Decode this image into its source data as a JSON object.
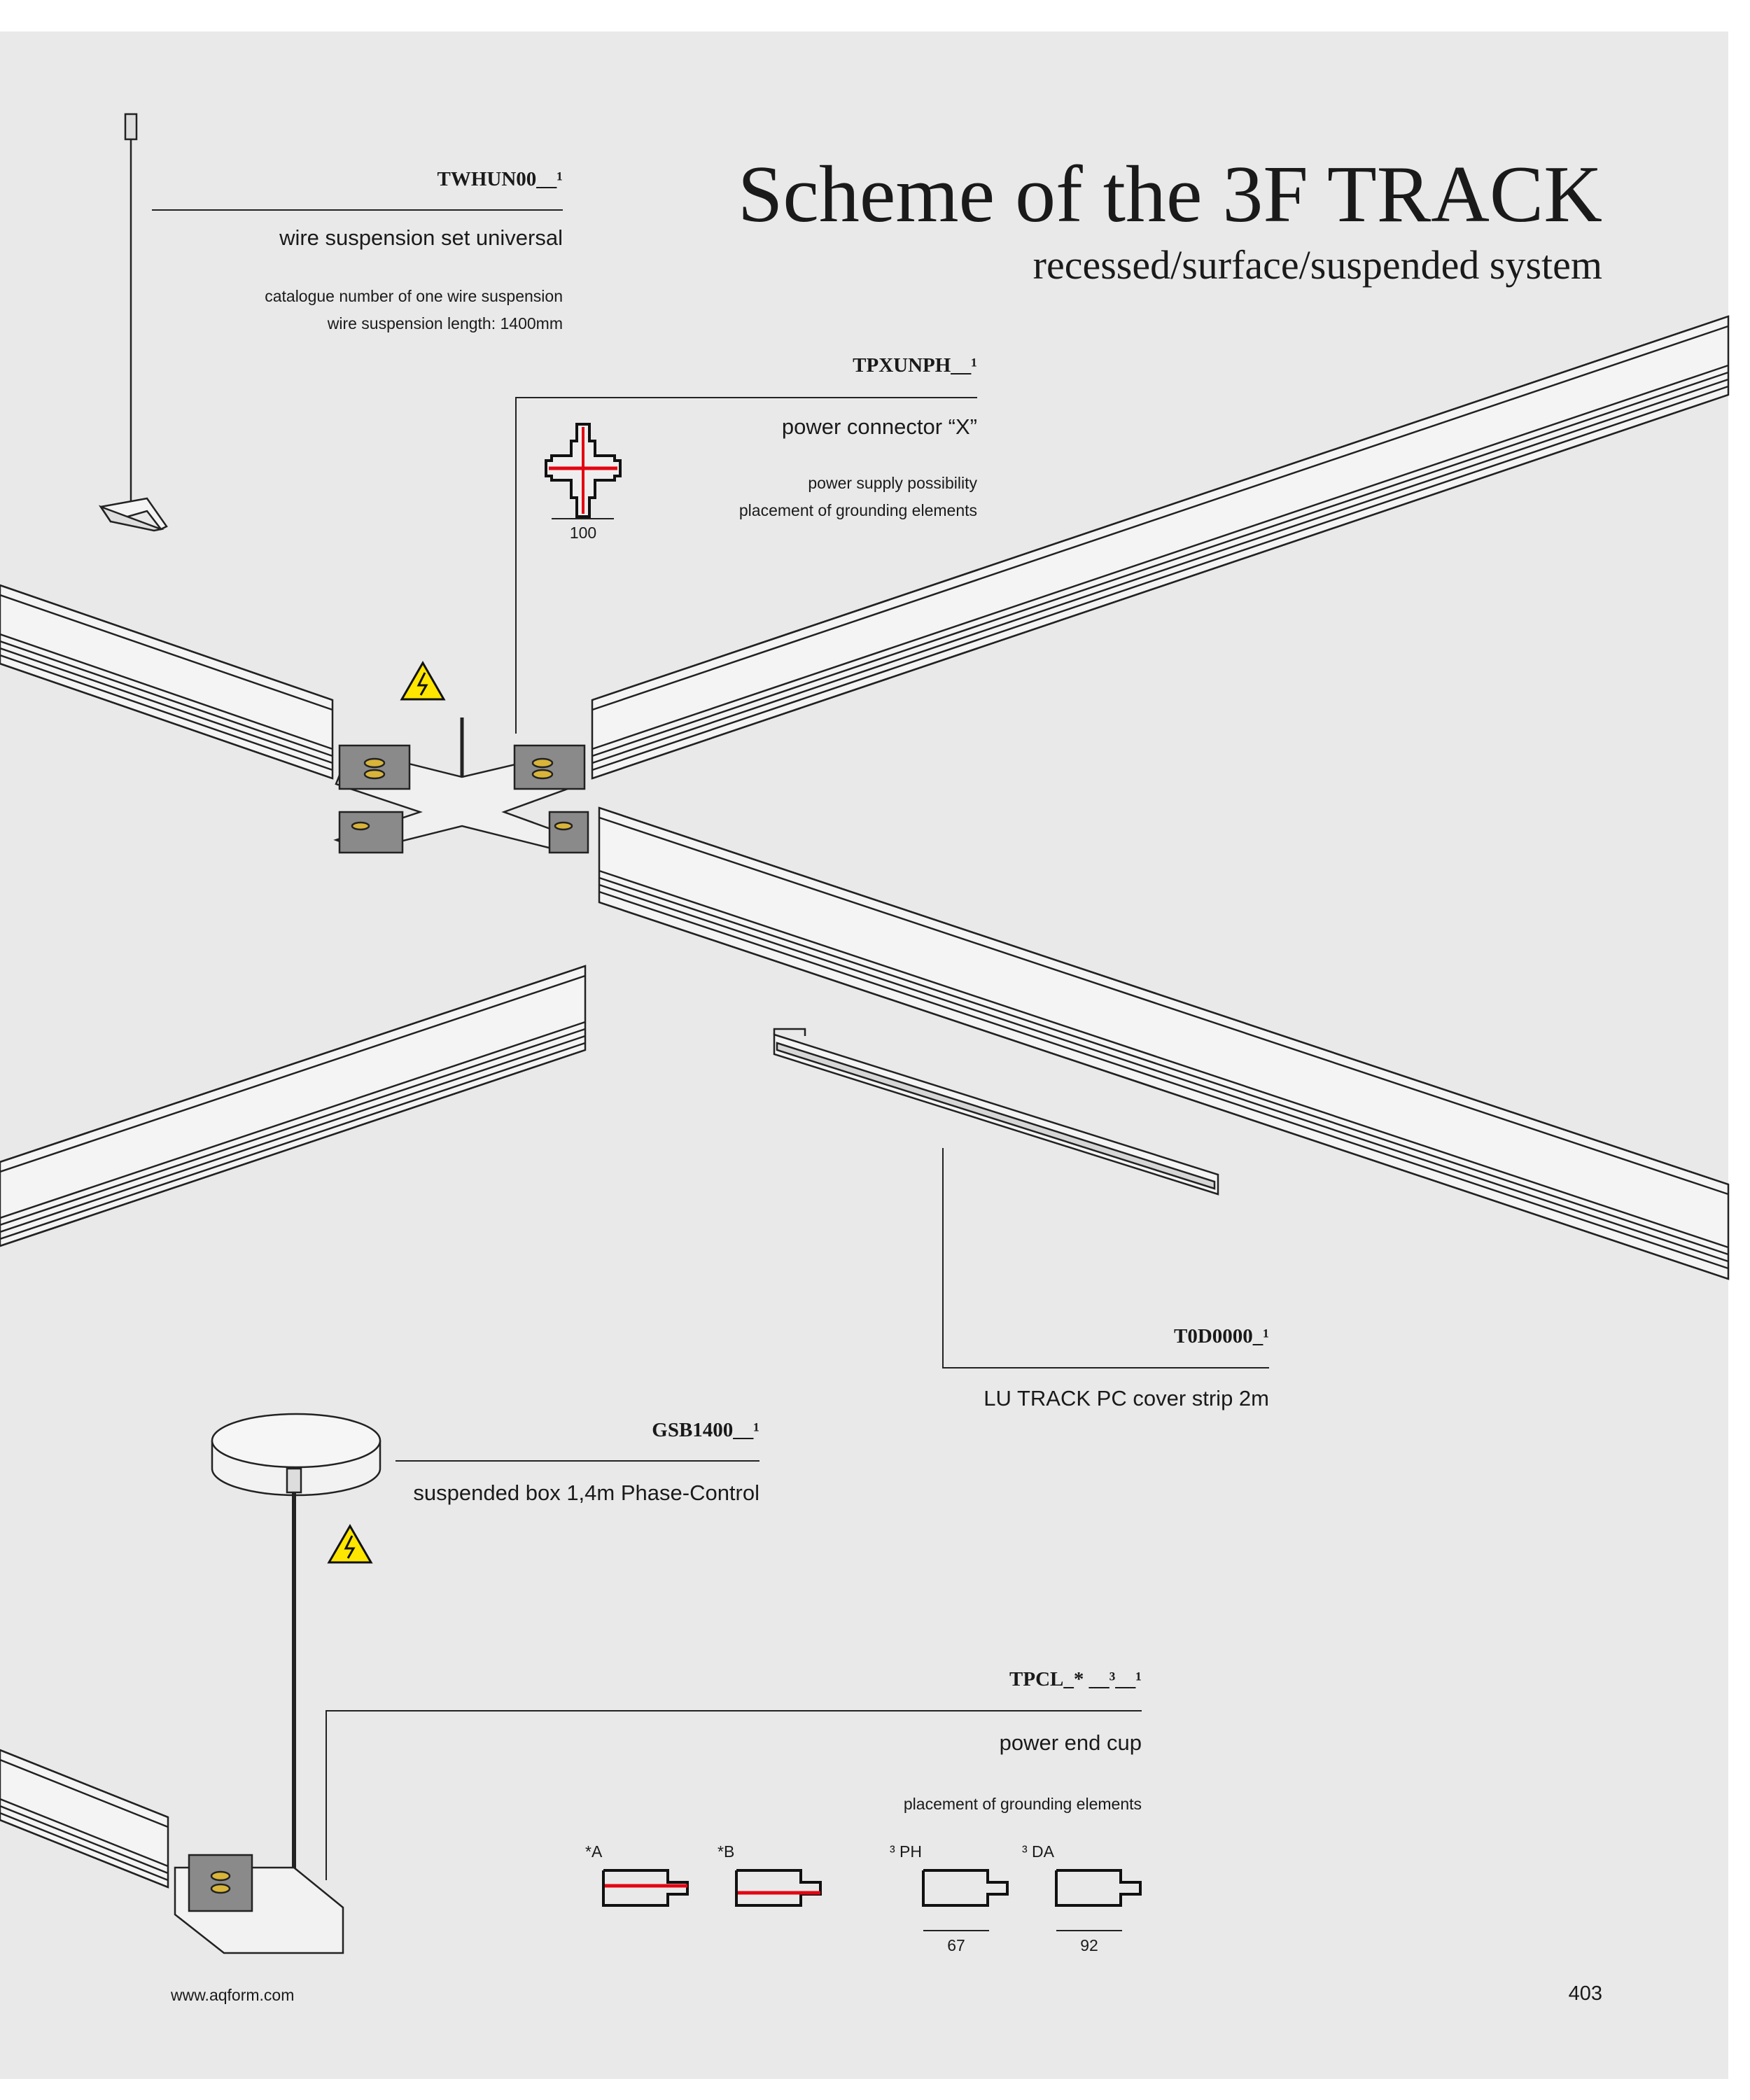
{
  "header": {
    "title": "Scheme of the 3F TRACK",
    "subtitle": "recessed/surface/suspended system"
  },
  "items": {
    "wire_suspension": {
      "code": "TWHUN00__¹",
      "name": "wire suspension set universal",
      "notes": [
        "catalogue number of one wire suspension",
        "wire suspension length: 1400mm"
      ]
    },
    "power_connector": {
      "code": "TPXUNPH__¹",
      "name": "power connector “X”",
      "notes": [
        "power supply possibility",
        "placement of grounding elements"
      ],
      "dimension": "100"
    },
    "cover_strip": {
      "code": "T0D0000_¹",
      "name": "LU TRACK PC cover strip 2m"
    },
    "suspended_box": {
      "code": "GSB1400__¹",
      "name": "suspended box 1,4m Phase-Control"
    },
    "end_cup": {
      "code": "TPCL_* __³__¹",
      "name": "power end cup",
      "notes": [
        "placement of grounding elements"
      ],
      "variants": [
        {
          "label": "*A",
          "dimension": ""
        },
        {
          "label": "*B",
          "dimension": ""
        },
        {
          "label": "³ PH",
          "dimension": "67"
        },
        {
          "label": "³ DA",
          "dimension": "92"
        }
      ]
    }
  },
  "footer": {
    "url": "www.aqform.com",
    "page_number": "403"
  },
  "colors": {
    "background": "#e9e9e9",
    "accent_red": "#e30613",
    "warning_yellow": "#ffe600"
  }
}
